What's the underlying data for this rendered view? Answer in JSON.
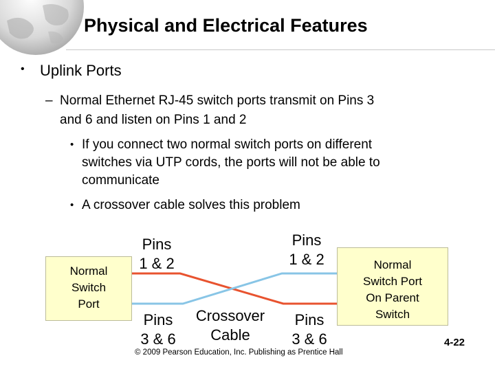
{
  "slide": {
    "title": "Physical and Electrical Features",
    "bullets": {
      "level1_mark": "•",
      "level1": "Uplink Ports",
      "level2_mark": "–",
      "level2": [
        "Normal Ethernet RJ-45 switch ports transmit on Pins 3",
        "and 6 and listen on Pins 1 and 2"
      ],
      "level3_mark": "•",
      "level3a": [
        "If you connect two normal switch ports on different",
        "switches via UTP cords, the ports will not be able to",
        "communicate"
      ],
      "level3b": "A crossover cable solves this problem"
    },
    "diagram": {
      "left_box": [
        "Normal",
        "Switch",
        "Port"
      ],
      "right_box": [
        "Normal",
        "Switch Port",
        "On Parent",
        "Switch"
      ],
      "pins_top_left": [
        "Pins",
        "1 & 2"
      ],
      "pins_top_right": [
        "Pins",
        "1 & 2"
      ],
      "pins_bottom_left": [
        "Pins",
        "3 & 6"
      ],
      "pins_bottom_right": [
        "Pins",
        "3 & 6"
      ],
      "cable_label": [
        "Crossover",
        "Cable"
      ],
      "colors": {
        "box_fill": "#ffffcc",
        "wire_red": "#e8532f",
        "wire_blue": "#88c5e6"
      }
    },
    "footer": "© 2009 Pearson Education, Inc.  Publishing as Prentice Hall",
    "page_number": "4-22"
  }
}
